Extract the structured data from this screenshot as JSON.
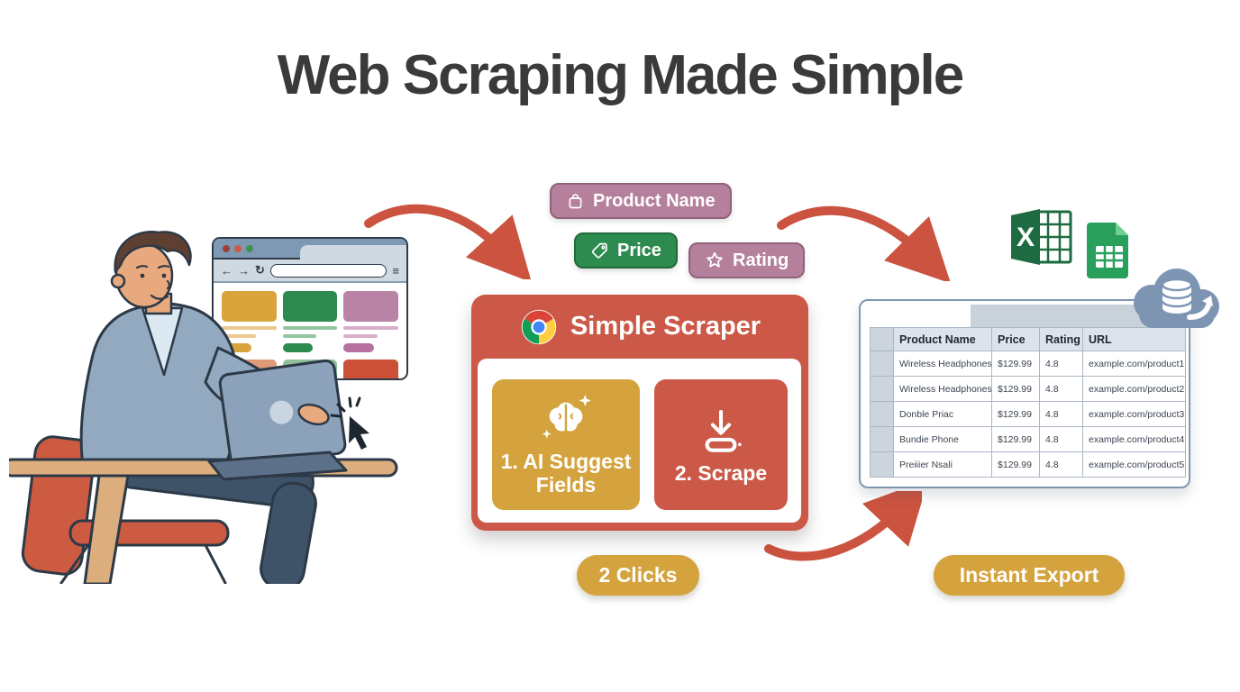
{
  "title": "Web Scraping Made Simple",
  "colors": {
    "accent_red": "#cc5847",
    "accent_gold": "#d5a33d",
    "accent_mauve": "#b5809b",
    "accent_green": "#2e8b50",
    "table_border": "#7f98b0",
    "cloud_blue": "#7d95b3",
    "excel_green": "#1e6b41",
    "sheets_green": "#28a05c",
    "title_text": "#3a3a3a"
  },
  "browser": {
    "icons": {
      "back": "←",
      "forward": "→",
      "reload": "↻",
      "menu": "≡"
    }
  },
  "field_tags": [
    {
      "label": "Product Name",
      "icon": "shopping-bag-icon",
      "color": "#b5809b"
    },
    {
      "label": "Price",
      "icon": "price-tag-icon",
      "color": "#2e8b50"
    },
    {
      "label": "Rating",
      "icon": "star-icon",
      "color": "#b5809b"
    }
  ],
  "scraper_card": {
    "title": "Simple Scraper",
    "logo": "chrome-icon",
    "steps": [
      {
        "label": "1. AI Suggest Fields",
        "icon": "brain-sparkles-icon"
      },
      {
        "label": "2. Scrape",
        "icon": "download-icon"
      }
    ]
  },
  "badges": {
    "clicks": "2 Clicks",
    "export": "Instant Export"
  },
  "export_icons": [
    "excel-icon",
    "google-sheets-icon",
    "cloud-database-icon"
  ],
  "results_table": {
    "columns": [
      "Product Name",
      "Price",
      "Rating",
      "URL"
    ],
    "rows": [
      [
        "Wireless Headphones",
        "$129.99",
        "4.8",
        "example.com/product1"
      ],
      [
        "Wireless Headphones",
        "$129.99",
        "4.8",
        "example.com/product2"
      ],
      [
        "Donble Priac",
        "$129.99",
        "4.8",
        "example.com/product3"
      ],
      [
        "Bundie Phone",
        "$129.99",
        "4.8",
        "example.com/product4"
      ],
      [
        "Preiiier Nsali",
        "$129.99",
        "4.8",
        "example.com/product5"
      ]
    ]
  }
}
